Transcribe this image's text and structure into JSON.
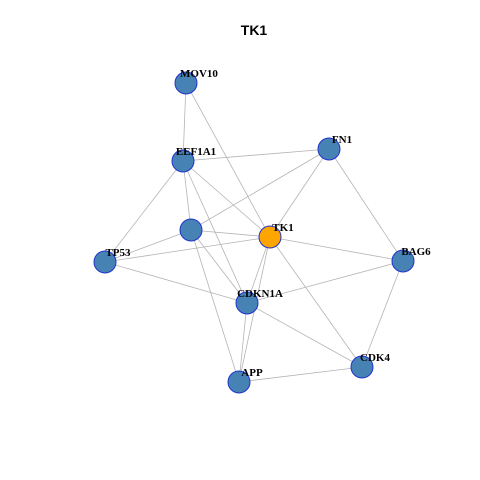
{
  "title": "TK1",
  "colors": {
    "edge": "#b4b4b4",
    "node_default": "#4682b4",
    "node_highlight": "#ffa500",
    "node_border": "#2233cc",
    "label": "#000000"
  },
  "nodes": [
    {
      "id": "MOV10",
      "label": "MOV10",
      "highlight": false
    },
    {
      "id": "EEF1A1",
      "label": "EEF1A1",
      "highlight": false
    },
    {
      "id": "FN1",
      "label": "FN1",
      "highlight": false
    },
    {
      "id": "UNLABELED",
      "label": "",
      "highlight": false
    },
    {
      "id": "TK1",
      "label": "TK1",
      "highlight": true
    },
    {
      "id": "TP53",
      "label": "TP53",
      "highlight": false
    },
    {
      "id": "BAG6",
      "label": "BAG6",
      "highlight": false
    },
    {
      "id": "CDKN1A",
      "label": "CDKN1A",
      "highlight": false
    },
    {
      "id": "CDK4",
      "label": "CDK4",
      "highlight": false
    },
    {
      "id": "APP",
      "label": "APP",
      "highlight": false
    }
  ],
  "edges": [
    [
      "MOV10",
      "EEF1A1"
    ],
    [
      "MOV10",
      "TK1"
    ],
    [
      "EEF1A1",
      "FN1"
    ],
    [
      "EEF1A1",
      "TP53"
    ],
    [
      "EEF1A1",
      "UNLABELED"
    ],
    [
      "EEF1A1",
      "TK1"
    ],
    [
      "EEF1A1",
      "CDKN1A"
    ],
    [
      "FN1",
      "UNLABELED"
    ],
    [
      "FN1",
      "TK1"
    ],
    [
      "FN1",
      "BAG6"
    ],
    [
      "UNLABELED",
      "TK1"
    ],
    [
      "UNLABELED",
      "TP53"
    ],
    [
      "UNLABELED",
      "CDKN1A"
    ],
    [
      "UNLABELED",
      "APP"
    ],
    [
      "TK1",
      "TP53"
    ],
    [
      "TK1",
      "BAG6"
    ],
    [
      "TK1",
      "CDKN1A"
    ],
    [
      "TK1",
      "CDK4"
    ],
    [
      "TK1",
      "APP"
    ],
    [
      "TP53",
      "CDKN1A"
    ],
    [
      "BAG6",
      "CDKN1A"
    ],
    [
      "BAG6",
      "CDK4"
    ],
    [
      "CDKN1A",
      "CDK4"
    ],
    [
      "CDKN1A",
      "APP"
    ],
    [
      "APP",
      "CDK4"
    ]
  ]
}
